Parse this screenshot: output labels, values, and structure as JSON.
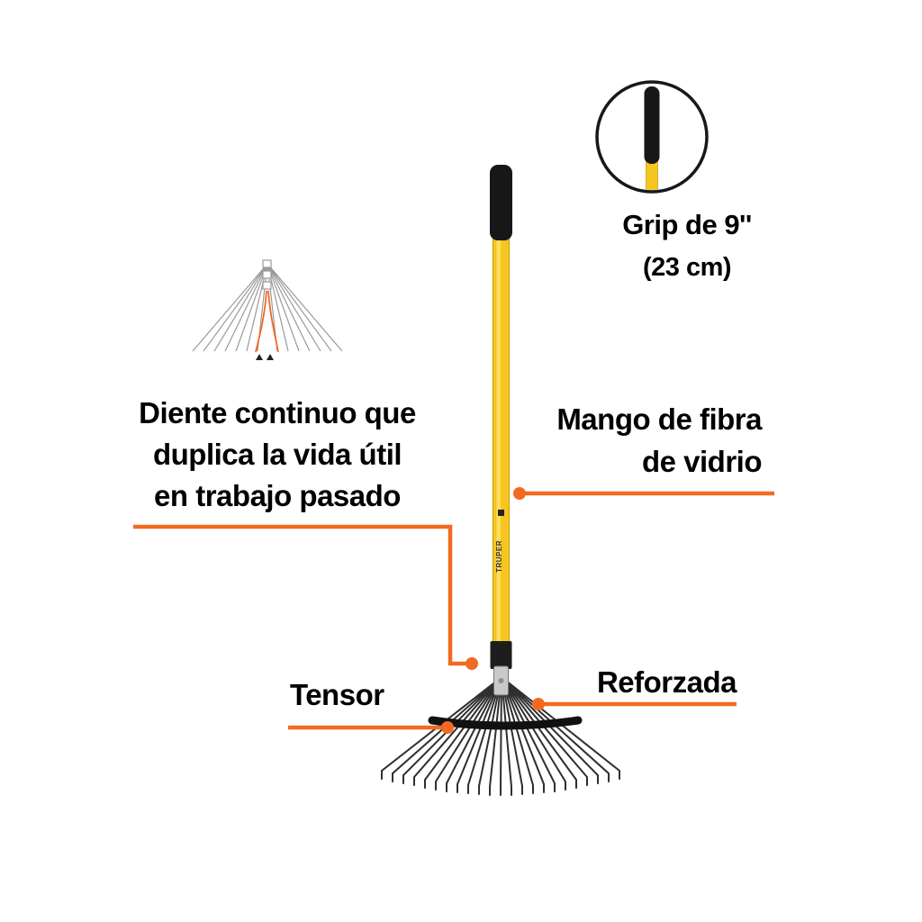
{
  "page": {
    "background": "#ffffff"
  },
  "colors": {
    "accent_orange": "#f26a21",
    "handle_yellow": "#f6c51f",
    "handle_yellow_dark": "#caa312",
    "grip_black": "#171717",
    "tine_dark": "#2f2f2f",
    "text_black": "#000000",
    "inset_circle_stroke": "#15181d",
    "schematic_gray": "#9a9a9a"
  },
  "labels": {
    "grip_title": "Grip de 9''",
    "grip_subtitle": "(23 cm)",
    "handle_line1": "Mango de fibra",
    "handle_line2": "de vidrio",
    "tooth_line1": "Diente continuo que",
    "tooth_line2": "duplica la vida útil",
    "tooth_line3": "en trabajo pasado",
    "tensor": "Tensor",
    "reinforced": "Reforzada"
  },
  "rake": {
    "brand": "TRUPER"
  }
}
